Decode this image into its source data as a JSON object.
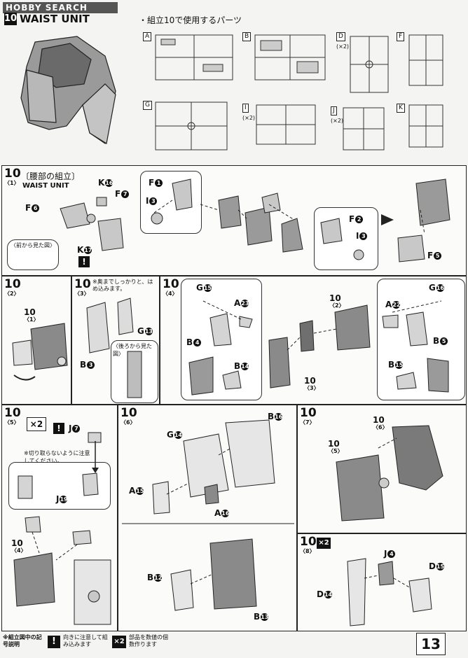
{
  "header": {
    "site_logo": "HOBBY SEARCH",
    "page_number": "13"
  },
  "intro": {
    "step": "10",
    "title": "WAIST UNIT",
    "parts_heading": "・組立10で使用するパーツ",
    "runners": [
      {
        "id": "A",
        "qty": ""
      },
      {
        "id": "B",
        "qty": ""
      },
      {
        "id": "D",
        "qty": "(×2)"
      },
      {
        "id": "F",
        "qty": ""
      },
      {
        "id": "G",
        "qty": ""
      },
      {
        "id": "I",
        "qty": "(×2)"
      },
      {
        "id": "J",
        "qty": "(×2)"
      },
      {
        "id": "K",
        "qty": ""
      }
    ]
  },
  "step1": {
    "num": "10",
    "sub": "〈1〉",
    "title_jp": "〔腰部の組立〕",
    "title_en": "WAIST UNIT",
    "parts": {
      "k16": "K",
      "f7": "F",
      "f6": "F",
      "k17": "K",
      "f1": "F",
      "i3": "I",
      "f2": "F",
      "i3b": "I",
      "f5": "F"
    },
    "nums": {
      "k16": "16",
      "f7": "7",
      "f6": "6",
      "k17": "17",
      "f1": "1",
      "i3": "3",
      "f2": "2",
      "i3b": "3",
      "f5": "5"
    },
    "note_front": "〈前から見た図〉",
    "caution": "!"
  },
  "step2": {
    "num": "10",
    "sub": "〈2〉",
    "ref_num": "10",
    "ref_sub": "〈1〉"
  },
  "step3": {
    "num": "10",
    "sub": "〈3〉",
    "note": "※奥までしっかりと、はめ込みます。",
    "parts": {
      "g13": "G",
      "b3": "B"
    },
    "nums": {
      "g13": "13",
      "b3": "3"
    },
    "note_back": "〈後ろから見た図〉"
  },
  "step4": {
    "num": "10",
    "sub": "〈4〉",
    "ref_num": "10",
    "ref_sub": "〈2〉",
    "ref3_num": "10",
    "ref3_sub": "〈3〉",
    "parts": {
      "g15": "G",
      "a23": "A",
      "b4": "B",
      "b14": "B",
      "g16": "G",
      "a22": "A",
      "b5": "B",
      "b15": "B"
    },
    "nums": {
      "g15": "15",
      "a23": "23",
      "b4": "4",
      "b14": "14",
      "g16": "16",
      "a22": "22",
      "b5": "5",
      "b15": "15"
    }
  },
  "step5": {
    "num": "10",
    "sub": "〈5〉",
    "x2": "×2",
    "caution": "!",
    "parts": {
      "j7": "J",
      "j19": "J"
    },
    "nums": {
      "j7": "7",
      "j19": "19"
    },
    "note": "※切り取らないように注意してください。",
    "ref_num": "10",
    "ref_sub": "〈4〉"
  },
  "step6": {
    "num": "10",
    "sub": "〈6〉",
    "parts": {
      "g14": "G",
      "b16": "B",
      "a15": "A",
      "a16": "A",
      "b12": "B",
      "b13": "B"
    },
    "nums": {
      "g14": "14",
      "b16": "16",
      "a15": "15",
      "a16": "16",
      "b12": "12",
      "b13": "13"
    }
  },
  "step7": {
    "num": "10",
    "sub": "〈7〉",
    "ref6_num": "10",
    "ref6_sub": "〈6〉",
    "ref5_num": "10",
    "ref5_sub": "〈5〉"
  },
  "step8": {
    "num": "10",
    "sub": "〈8〉",
    "x2": "×2",
    "parts": {
      "j4": "J",
      "d15": "D",
      "d14": "D"
    },
    "nums": {
      "j4": "4",
      "d15": "15",
      "d14": "14"
    }
  },
  "legend": {
    "title": "※組立図中の記号説明",
    "caution_icon": "!",
    "caution_text": "向きに注意して組み込みます",
    "x2_icon": "×2",
    "x2_text": "部品を数値の個数作ります"
  }
}
